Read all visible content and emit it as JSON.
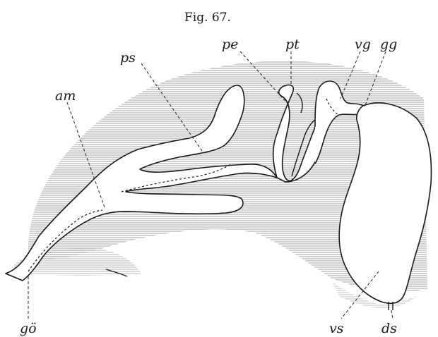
{
  "figure": {
    "title": "Fig. 67.",
    "labels": {
      "pe": "pe",
      "pt": "pt",
      "vg": "vg",
      "gg": "gg",
      "ps": "ps",
      "am": "am",
      "go": "gö",
      "vs": "vs",
      "ds": "ds"
    },
    "colors": {
      "ink": "#1a1a1a",
      "tissue_hatching": "#777777",
      "paper": "#ffffff"
    }
  }
}
